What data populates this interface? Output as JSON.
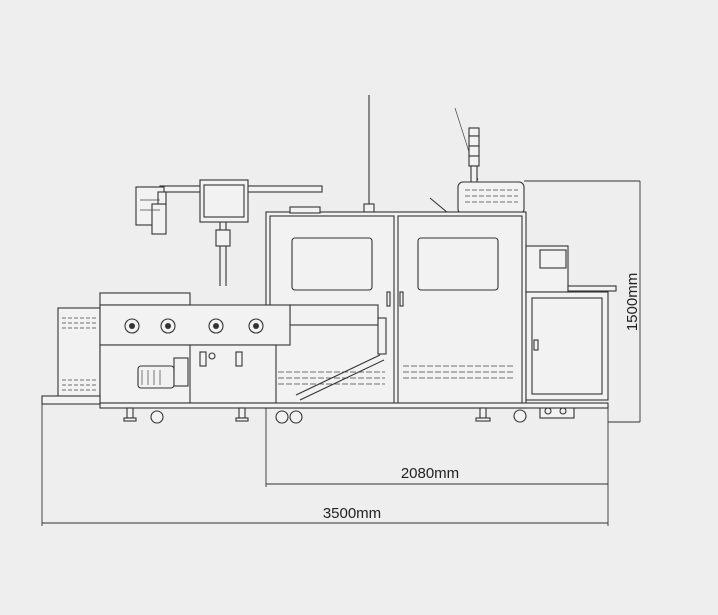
{
  "dimensions": {
    "height": "1500mm",
    "inner_width": "2080mm",
    "total_width": "3500mm"
  },
  "colors": {
    "background": "#eeeeee",
    "line": "#333333",
    "fill": "#f2f2f2"
  }
}
